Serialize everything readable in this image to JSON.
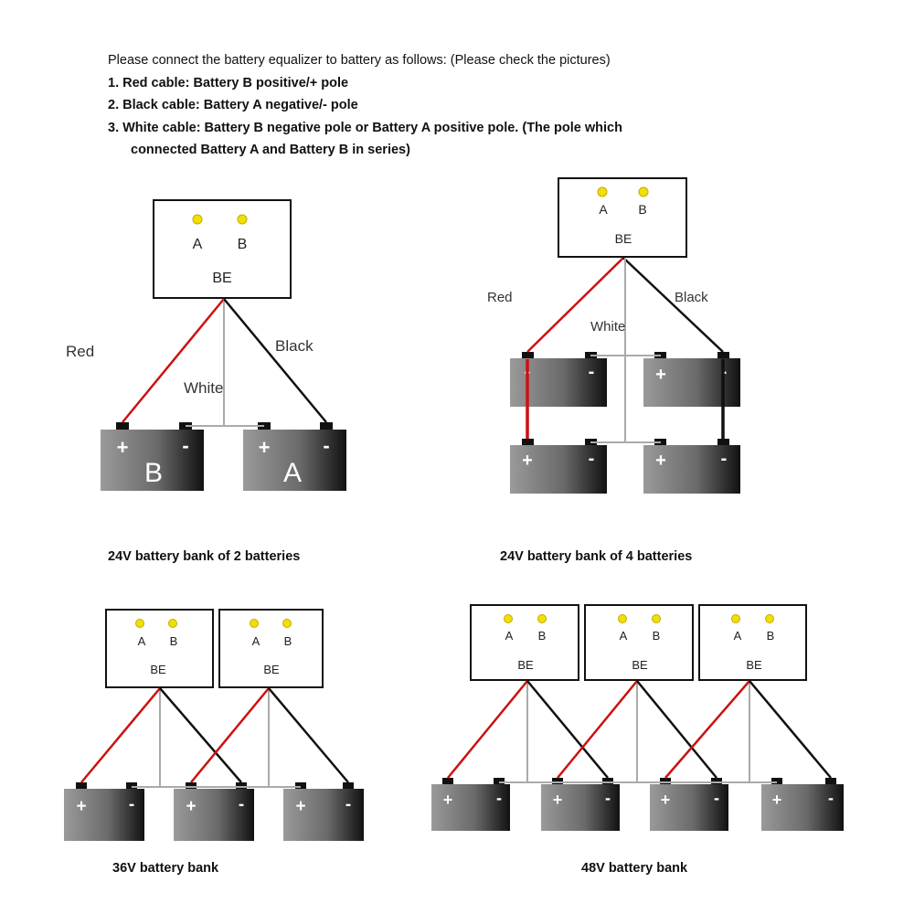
{
  "instructions": {
    "intro": "Please connect the battery equalizer to battery as follows: (Please check the pictures)",
    "step1": "1. Red cable: Battery B positive/+ pole",
    "step2": "2. Black cable: Battery A negative/- pole",
    "step3_line1": "3. White cable: Battery B negative pole or Battery A positive pole. (The pole which",
    "step3_line2": "connected Battery A and Battery B in series)"
  },
  "labels": {
    "equalizer": "BE",
    "led_a": "A",
    "led_b": "B",
    "battery_b": "B",
    "battery_a": "A",
    "plus": "+",
    "minus": "-",
    "red": "Red",
    "white": "White",
    "black": "Black"
  },
  "captions": {
    "diagram1": "24V battery bank of 2 batteries",
    "diagram2": "24V battery bank of 4 batteries",
    "diagram3": "36V battery bank",
    "diagram4": "48V battery bank"
  },
  "colors": {
    "red_cable": "#cc1111",
    "black_cable": "#111111",
    "white_cable": "#aaaaaa",
    "led": "#f0e000"
  }
}
